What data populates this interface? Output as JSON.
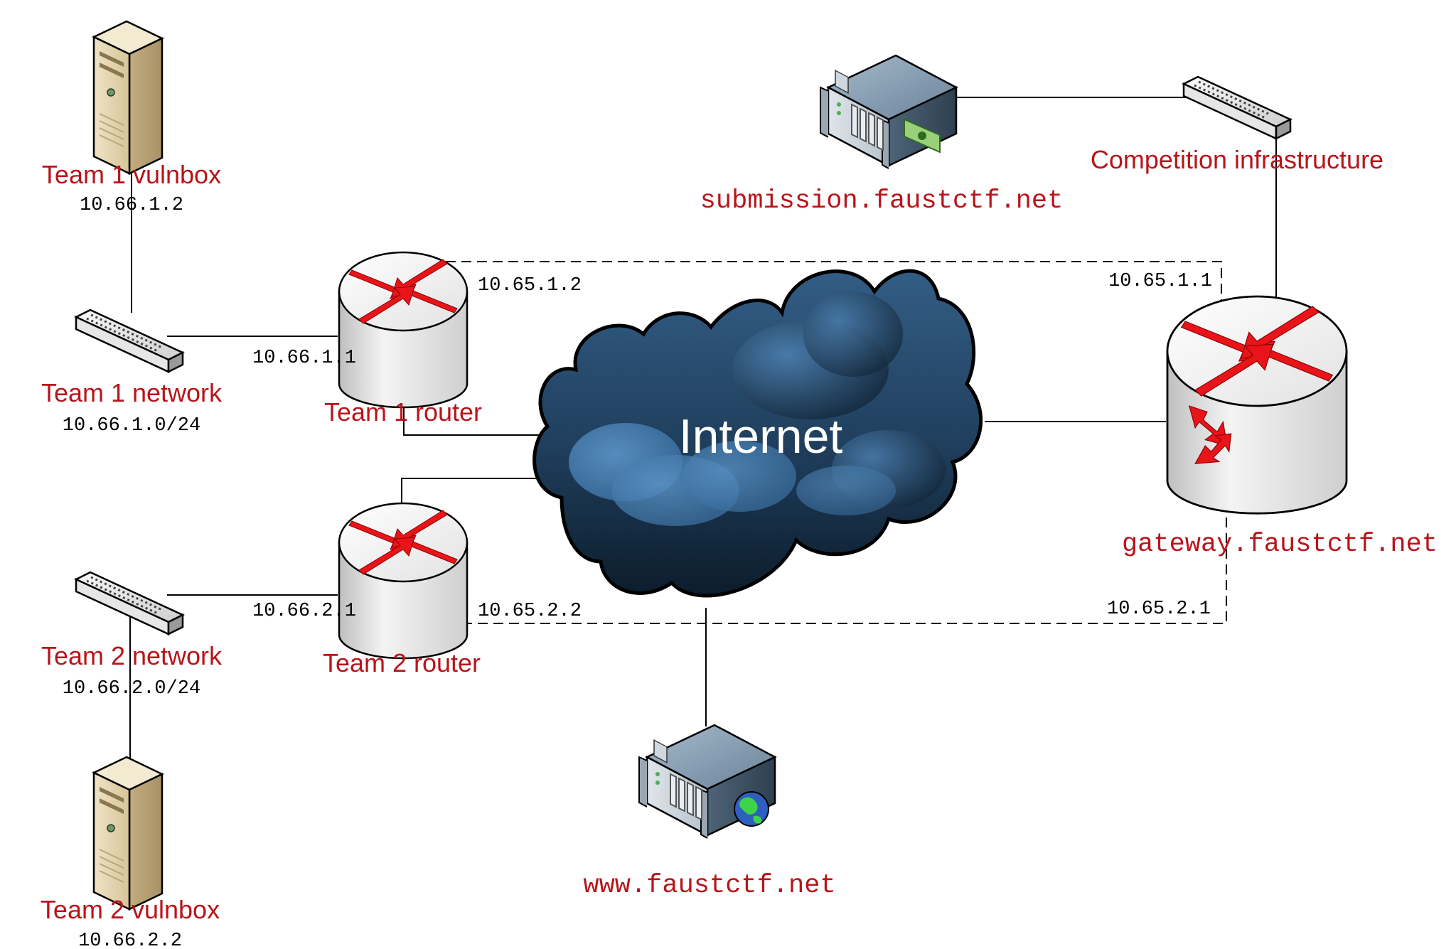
{
  "nodes": {
    "team1_vulnbox": {
      "label": "Team 1 vulnbox",
      "ip": "10.66.1.2"
    },
    "team1_network": {
      "label": "Team 1 network",
      "ip": "10.66.1.0/24"
    },
    "team1_router": {
      "label": "Team 1 router",
      "ip_lan": "10.66.1.1",
      "ip_wan": "10.65.1.2"
    },
    "team2_router": {
      "label": "Team 2 router",
      "ip_lan": "10.66.2.1",
      "ip_wan": "10.65.2.2"
    },
    "team2_network": {
      "label": "Team 2 network",
      "ip": "10.66.2.0/24"
    },
    "team2_vulnbox": {
      "label": "Team 2 vulnbox",
      "ip": "10.66.2.2"
    },
    "internet": {
      "label": "Internet"
    },
    "submission": {
      "label": "submission.faustctf.net"
    },
    "competition": {
      "label": "Competition infrastructure"
    },
    "gateway": {
      "label": "gateway.faustctf.net",
      "ip_team1": "10.65.1.1",
      "ip_team2": "10.65.2.1"
    },
    "www": {
      "label": "www.faustctf.net"
    }
  },
  "colors": {
    "label_red": "#b8151b",
    "cloud_dark": "#10263a",
    "cloud_light": "#4a84bb",
    "arrow_red": "#e8141a"
  }
}
